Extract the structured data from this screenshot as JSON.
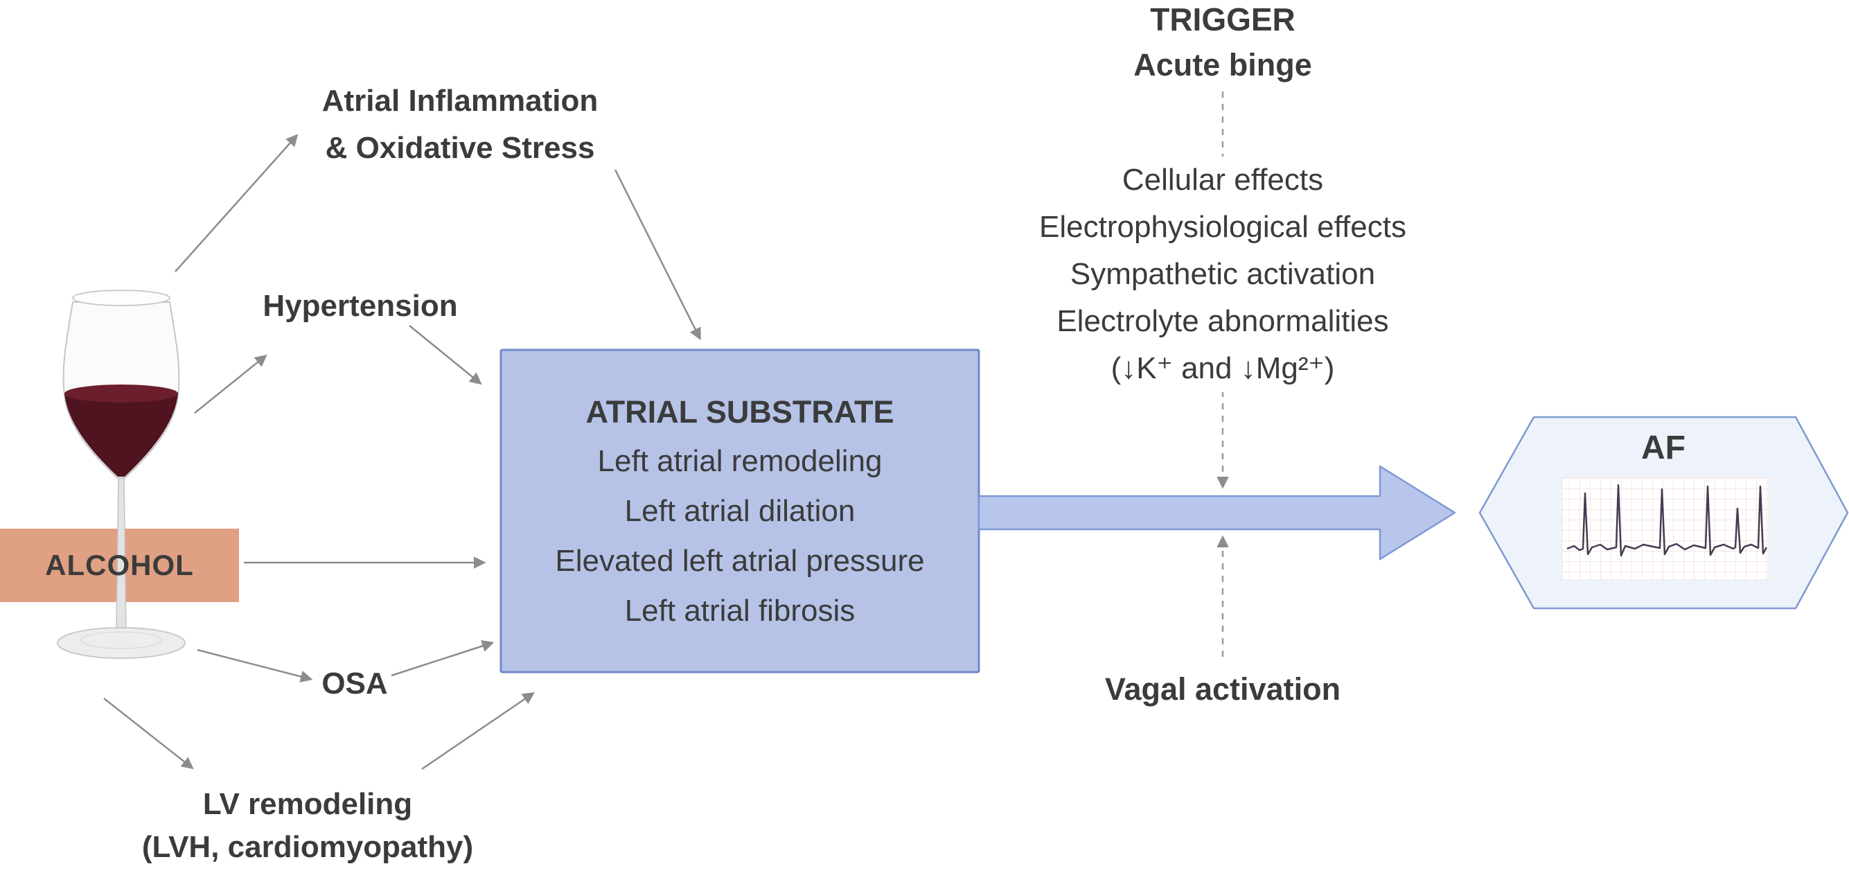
{
  "alcohol": {
    "label": "ALCOHOL"
  },
  "mediators": {
    "inflammation_1": "Atrial Inflammation",
    "inflammation_2": "& Oxidative Stress",
    "hypertension": "Hypertension",
    "osa": "OSA",
    "lv_1": "LV remodeling",
    "lv_2": "(LVH, cardiomyopathy)"
  },
  "substrate": {
    "title": "ATRIAL SUBSTRATE",
    "items": [
      "Left atrial remodeling",
      "Left atrial dilation",
      "Elevated left atrial pressure",
      "Left atrial fibrosis"
    ]
  },
  "trigger": {
    "title": "TRIGGER",
    "subtitle": "Acute binge",
    "effects": [
      "Cellular effects",
      "Electrophysiological effects",
      "Sympathetic activation",
      "Electrolyte abnormalities",
      "(↓K⁺ and ↓Mg²⁺)"
    ],
    "vagal": "Vagal activation"
  },
  "outcome": {
    "label": "AF"
  },
  "colors": {
    "substrate_fill": "#b6c3e7",
    "substrate_border": "#6f89c8",
    "alcohol_box": "#e0a083",
    "arrow_fill": "#b9c6eb",
    "arrow_border": "#7f97d6",
    "hex_fill": "#eef3fb",
    "hex_border": "#7e9ad0",
    "wine": "#4f1420",
    "line_gray": "#8c8c8c",
    "text": "#3b3b3b"
  }
}
